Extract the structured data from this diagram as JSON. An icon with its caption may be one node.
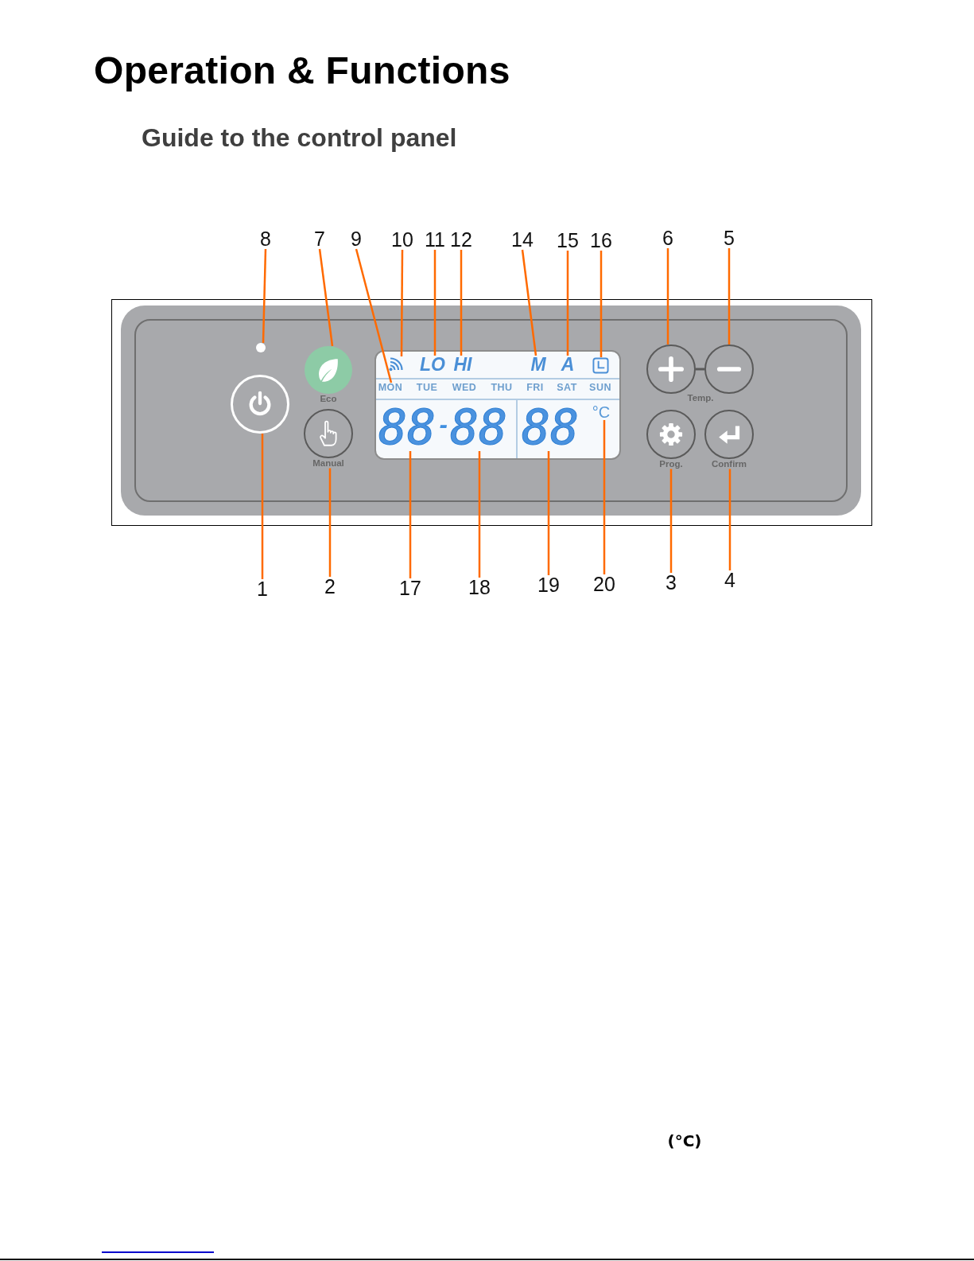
{
  "diagram": {
    "title": "Operation & Functions",
    "nodes": [
      {
        "text": [
          "8"
        ]
      },
      {
        "text": [
          "7"
        ]
      },
      {
        "text": [
          "9"
        ]
      },
      {
        "text": [
          "10"
        ]
      },
      {
        "text": [
          "11"
        ]
      },
      {
        "text": [
          "12"
        ]
      },
      {
        "text": [
          "14"
        ]
      },
      {
        "text": [
          "15"
        ]
      },
      {
        "text": [
          "16"
        ]
      },
      {
        "text": [
          "6"
        ]
      },
      {
        "text": [
          "5"
        ]
      },
      {
        "text": [],
        "shape": "box"
      },
      {
        "text": [],
        "shape": "circle",
        "in": 11
      },
      {
        "text": [],
        "shape": "circle",
        "in": 11
      },
      {
        "text": [
          "Eco"
        ],
        "in": 11
      },
      {
        "text": [
          "Manual"
        ],
        "in": 11
      },
      {
        "text": [],
        "shape": "box",
        "in": 11
      },
      {
        "text": [],
        "shape": "picture",
        "in": 16
      },
      {
        "text": [
          "LO"
        ],
        "in": 16
      },
      {
        "text": [
          "HI"
        ],
        "in": 16
      },
      {
        "text": [
          "M"
        ],
        "in": 16
      },
      {
        "text": [
          "A"
        ],
        "in": 16
      },
      {
        "text": [],
        "shape": "picture",
        "in": 16
      },
      {
        "text": [
          "MON"
        ],
        "in": 16
      },
      {
        "text": [
          "88"
        ],
        "in": 16
      },
      {
        "text": [
          "88"
        ],
        "in": 16
      },
      {
        "text": [
          "88"
        ],
        "in": 16
      },
      {
        "text": [
          "°C"
        ],
        "in": 16
      },
      {
        "text": [],
        "shape": "circle",
        "in": 11
      },
      {
        "text": [],
        "shape": "circle",
        "in": 11
      },
      {
        "text": [
          "Prog."
        ],
        "in": 11
      },
      {
        "text": [
          "Confirm"
        ],
        "in": 11
      },
      {
        "text": [
          "1"
        ]
      },
      {
        "text": [
          "2"
        ]
      },
      {
        "text": [
          "17"
        ]
      },
      {
        "text": [
          "18"
        ]
      },
      {
        "text": [
          "19"
        ]
      },
      {
        "text": [
          "20"
        ]
      },
      {
        "text": [
          "3"
        ]
      },
      {
        "text": [
          "4"
        ]
      }
    ],
    "edges": [
      {
        "from": 0,
        "to": 12,
        "arrow": "none"
      },
      {
        "from": 1,
        "to": 14,
        "arrow": "none"
      },
      {
        "from": 2,
        "to": 23,
        "arrow": "none"
      },
      {
        "from": 3,
        "to": 17,
        "arrow": "none"
      },
      {
        "from": 4,
        "to": 18,
        "arrow": "none"
      },
      {
        "from": 5,
        "to": 19,
        "arrow": "none"
      },
      {
        "from": 6,
        "to": 20,
        "arrow": "none"
      },
      {
        "from": 7,
        "to": 21,
        "arrow": "none"
      },
      {
        "from": 8,
        "to": 22,
        "arrow": "none"
      },
      {
        "from": 9,
        "to": 28,
        "arrow": "none"
      },
      {
        "from": 10,
        "to": 29,
        "arrow": "none"
      },
      {
        "from": 28,
        "to": 29,
        "arrow": "none",
        "color": "#5a5a5a"
      },
      {
        "from": 32,
        "to": 13,
        "arrow": "none"
      },
      {
        "from": 33,
        "to": 15,
        "arrow": "none"
      },
      {
        "from": 34,
        "to": 24,
        "arrow": "none"
      },
      {
        "from": 35,
        "to": 25,
        "arrow": "none"
      },
      {
        "from": 36,
        "to": 26,
        "arrow": "none"
      },
      {
        "from": 37,
        "to": 27,
        "arrow": "none"
      },
      {
        "from": 38,
        "to": 30,
        "arrow": "none"
      },
      {
        "from": 39,
        "to": 31,
        "arrow": "none"
      }
    ],
    "labels": [
      "Guide to the control panel",
      "TUE",
      "WED",
      "THU",
      "FRI",
      "SAT",
      "SUN",
      "Temp.",
      "-",
      "(°C)"
    ]
  }
}
